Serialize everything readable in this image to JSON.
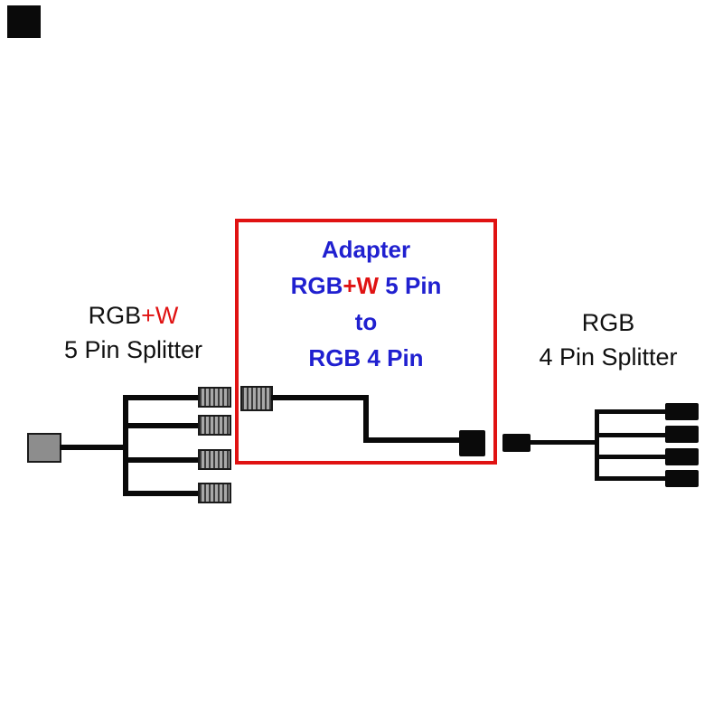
{
  "colors": {
    "accent_red": "#e01212",
    "adapter_text_blue": "#2020d0",
    "label_black": "#111111",
    "background": "#ffffff"
  },
  "left_splitter": {
    "label_rgb": "RGB",
    "label_w": "+W",
    "label_line2": "5 Pin Splitter"
  },
  "adapter_box": {
    "title": "Adapter",
    "line2_rgb": "RGB",
    "line2_w": "+W",
    "line2_rest": " 5 Pin",
    "line3": "to",
    "line4": "RGB 4 Pin"
  },
  "right_splitter": {
    "label_line1": "RGB",
    "label_line2": "4 Pin Splitter"
  }
}
